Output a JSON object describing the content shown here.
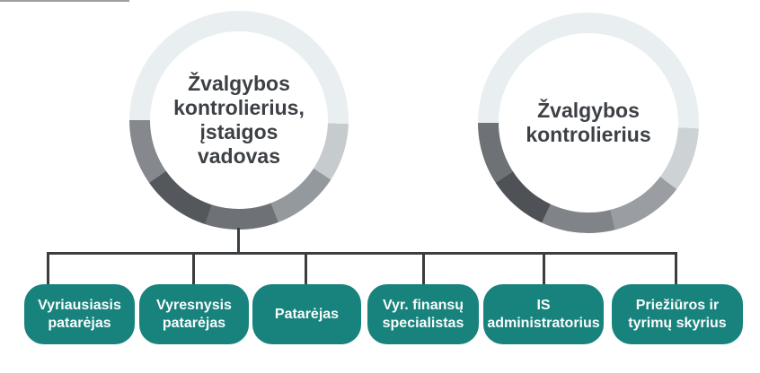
{
  "palette": {
    "box_teal": "#18837d",
    "box_text": "#fafcfc",
    "connector_dark": "#3b3e40",
    "connector_light": "#9aa0a2",
    "head_text": "#3d4145",
    "ring_segments_left": [
      "#e9eff1",
      "#c6cbce",
      "#94999d",
      "#6e7276",
      "#54585c",
      "#85898d"
    ],
    "ring_segments_right": [
      "#e9eff1",
      "#cdd2d5",
      "#9a9ea2",
      "#808488",
      "#4e5256",
      "#6e7276"
    ]
  },
  "org_chart": {
    "heads": [
      {
        "label": "Žvalgybos kontrolierius, įstaigos vadovas",
        "lines": [
          "Žvalgybos",
          "kontrolierius,",
          "įstaigos",
          "vadovas"
        ]
      },
      {
        "label": "Žvalgybos kontrolierius",
        "lines": [
          "Žvalgybos",
          "kontrolierius"
        ]
      }
    ],
    "subordinates": [
      {
        "label": "Vyriausiasis patarėjas",
        "lines": [
          "Vyriausiasis",
          "patarėjas"
        ]
      },
      {
        "label": "Vyresnysis patarėjas",
        "lines": [
          "Vyresnysis",
          "patarėjas"
        ]
      },
      {
        "label": "Patarėjas",
        "lines": [
          "Patarėjas"
        ]
      },
      {
        "label": "Vyr. finansų specialistas",
        "lines": [
          "Vyr. finansų",
          "specialistas"
        ]
      },
      {
        "label": "IS administratorius",
        "lines": [
          "IS",
          "administratorius"
        ]
      },
      {
        "label": "Priežiūros ir tyrimų skyrius",
        "lines": [
          "Priežiūros ir",
          "tyrimų skyrius"
        ]
      }
    ]
  }
}
